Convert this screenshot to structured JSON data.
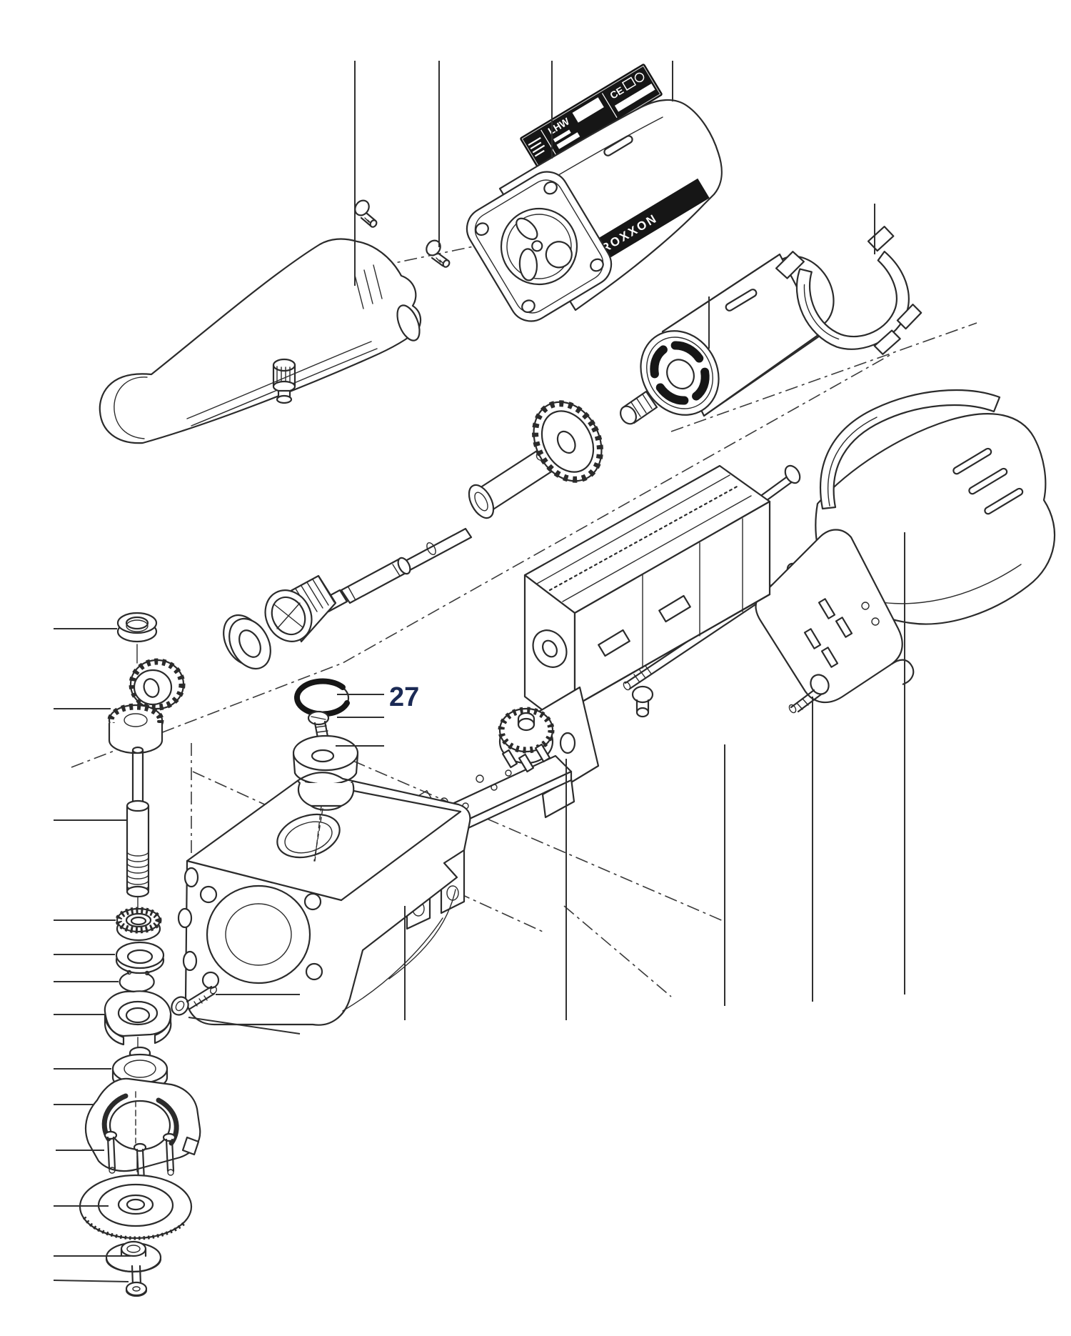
{
  "diagram": {
    "type": "exploded-parts-diagram",
    "background_color": "#ffffff",
    "line_color": "#2b2b2b",
    "callout": {
      "part_number": "27",
      "text_color": "#1b2a55"
    },
    "rating_label": {
      "model": "LHW",
      "ce_mark": "CE",
      "bg_color": "#141414"
    },
    "brand_band": {
      "text": "PROXXON",
      "bg_color": "#151515"
    }
  }
}
